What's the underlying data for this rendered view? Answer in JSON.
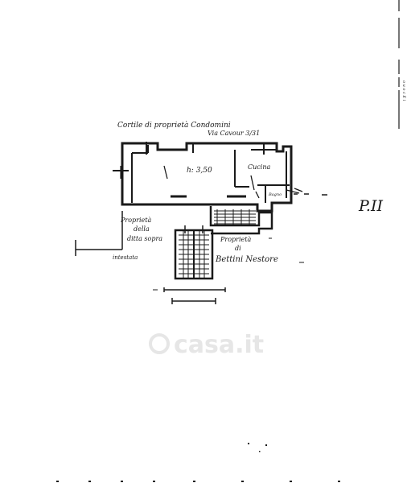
{
  "sheet": {
    "title_label": "P.II",
    "edge_marks": "o\nu\no\nc\nE\ni"
  },
  "labels": {
    "courtyard_line1": "Cortile di proprietà Condomini",
    "courtyard_line2": "Via Cavour 3/31",
    "room_height": "h: 3,50",
    "kitchen": "Cucina",
    "bath": "Bagno",
    "left_property_line1": "Proprietà",
    "left_property_line2": "della",
    "left_property_line3": "ditta sopra",
    "left_property_line4": "intestata",
    "right_property_line1": "Proprietà",
    "right_property_line2": "di",
    "right_property_line3": "Bettini Nestore"
  },
  "watermark": {
    "text": "casa.it"
  },
  "colors": {
    "ink": "#1a1a1a",
    "watermark": "#e6e6e6",
    "paper": "#ffffff"
  }
}
